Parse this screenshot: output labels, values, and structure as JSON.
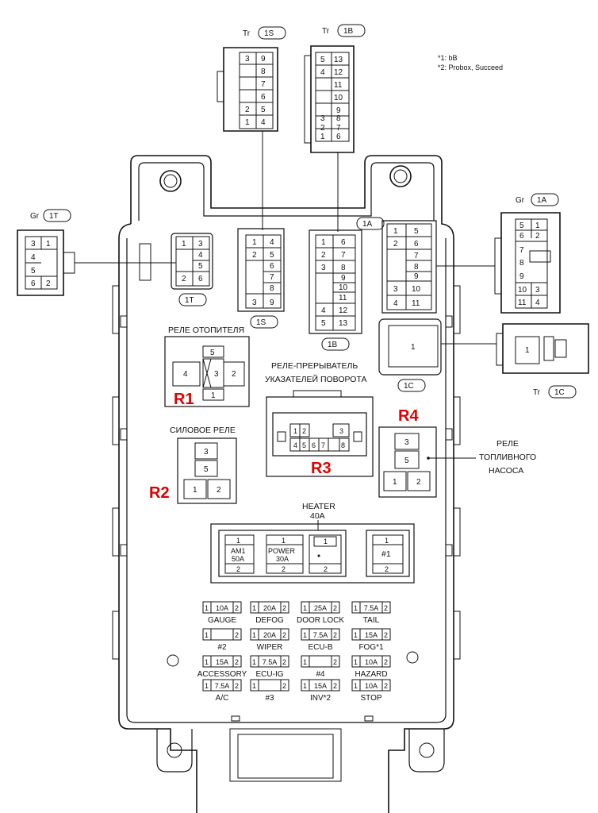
{
  "notes": [
    "*1: bB",
    "*2: Probox, Succeed"
  ],
  "connectors": {
    "S": {
      "prefix": "Tr",
      "code": "1S"
    },
    "B": {
      "prefix": "Tr",
      "code": "1B"
    },
    "T": {
      "prefix": "Gr",
      "code": "1T"
    },
    "A": {
      "prefix": "Gr",
      "code": "1A"
    },
    "C": {
      "prefix": "Tr",
      "code": "1C"
    }
  },
  "relays": {
    "r1": {
      "label": "РЕЛЕ ОТОПИТЕЛЯ",
      "tag": "R1",
      "pins": [
        "5",
        "4",
        "3",
        "2",
        "1"
      ]
    },
    "r2": {
      "label": "СИЛОВОЕ РЕЛЕ",
      "tag": "R2",
      "pins": [
        "3",
        "5",
        "1",
        "2"
      ]
    },
    "r3": {
      "label_line1": "РЕЛЕ-ПРЕРЫВАТЕЛЬ",
      "label_line2": "УКАЗАТЕЛЕЙ ПОВОРОТА",
      "tag": "R3"
    },
    "r4": {
      "label_line1": "РЕЛЕ",
      "label_line2": "ТОПЛИВНОГО",
      "label_line3": "НАСОСА",
      "tag": "R4",
      "pins": [
        "3",
        "5",
        "1",
        "2"
      ]
    }
  },
  "big_fuses": {
    "heater_label": "HEATER",
    "heater_amp": "40A",
    "items": [
      {
        "top": "1",
        "name": "AM1",
        "amp": "50A",
        "bottom": "2"
      },
      {
        "top": "1",
        "name": "POWER",
        "amp": "30A",
        "bottom": "2"
      },
      {
        "top": "1",
        "name": "",
        "amp": "",
        "bottom": "2"
      },
      {
        "top": "1",
        "name": "#1",
        "amp": "",
        "bottom": "2"
      }
    ]
  },
  "fuses": [
    {
      "amp": "10A",
      "label": "GAUGE"
    },
    {
      "amp": "20A",
      "label": "DEFOG"
    },
    {
      "amp": "25A",
      "label": "DOOR LOCK"
    },
    {
      "amp": "7.5A",
      "label": "TAIL"
    },
    {
      "amp": "",
      "label": "#2"
    },
    {
      "amp": "20A",
      "label": "WIPER"
    },
    {
      "amp": "7.5A",
      "label": "ECU-B"
    },
    {
      "amp": "15A",
      "label": "FOG*1"
    },
    {
      "amp": "15A",
      "label": "ACCESSORY"
    },
    {
      "amp": "7.5A",
      "label": "ECU-IG"
    },
    {
      "amp": "",
      "label": "#4"
    },
    {
      "amp": "10A",
      "label": "HAZARD"
    },
    {
      "amp": "7.5A",
      "label": "A/C"
    },
    {
      "amp": "",
      "label": "#3"
    },
    {
      "amp": "15A",
      "label": "INV*2"
    },
    {
      "amp": "10A",
      "label": "STOP"
    }
  ],
  "pin_labels": {
    "pin1": "1",
    "pin2": "2",
    "pin3": "3",
    "pin4": "4",
    "pin5": "5",
    "pin6": "6",
    "pin7": "7",
    "pin8": "8",
    "pin9": "9",
    "pin10": "10",
    "pin11": "11",
    "pin12": "12",
    "pin13": "13"
  }
}
